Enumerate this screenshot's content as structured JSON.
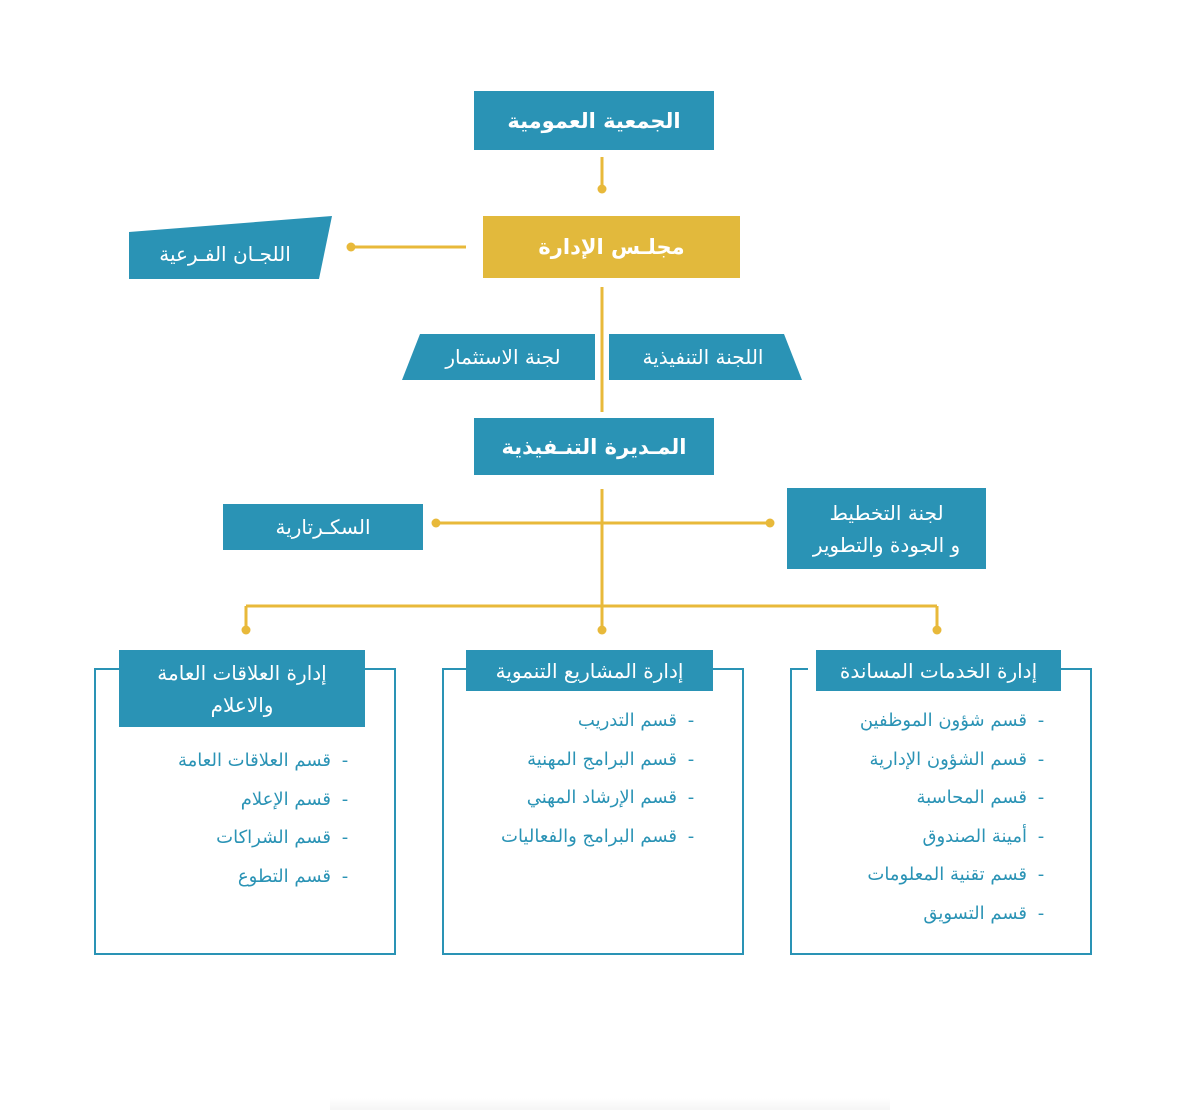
{
  "org": {
    "general_assembly": "الجمعية العمومية",
    "board": "مجلـس الإدارة",
    "subcommittees": "اللجـان الفـرعية",
    "executive_committee": "اللجنة التنفيذية",
    "investment_committee": "لجنة الاستثمار",
    "executive_directorate": "المـديرة التنـفيذية",
    "secretariat": "السكـرتارية",
    "planning_committee_line1": "لجنة التخطيط",
    "planning_committee_line2": "و الجودة والتطوير"
  },
  "departments": [
    {
      "title": "إدارة الخدمات المساندة",
      "items": [
        "قسم شؤون الموظفين",
        "قسم الشؤون الإدارية",
        "قسم المحاسبة",
        "أمينة الصندوق",
        "قسم تقنية المعلومات",
        "قسم التسويق"
      ]
    },
    {
      "title": "إدارة المشاريع التنموية",
      "items": [
        "قسم التدريب",
        "قسم البرامج المهنية",
        "قسم الإرشاد المهني",
        "قسم البرامج والفعاليات"
      ]
    },
    {
      "title_line1": "إدارة العلاقات العامة",
      "title_line2": "والاعلام",
      "items": [
        "قسم العلاقات العامة",
        "قسم الإعلام",
        "قسم الشراكات",
        "قسم التطوع"
      ]
    }
  ],
  "list_bullet": "-",
  "colors": {
    "teal": "#2a93b5",
    "yellow": "#e2b93c",
    "connector": "#e8b93a"
  }
}
